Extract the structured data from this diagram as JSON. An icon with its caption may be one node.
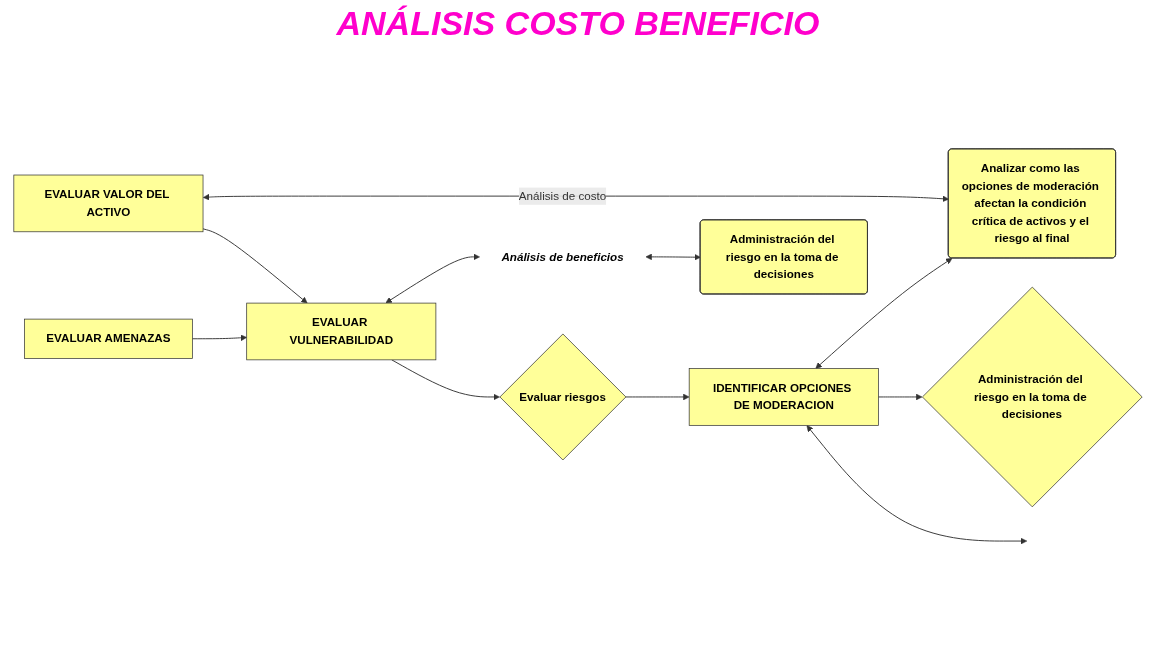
{
  "diagram": {
    "title": "ANÁLISIS COSTO BENEFICIO",
    "nodes": [
      {
        "text": [
          "EVALUAR VALOR DEL ACTIVO"
        ]
      },
      {
        "text": [
          "Analizar como las opciones de moderación afectan la condición crítica de activos y el riesgo al final"
        ]
      },
      {
        "text": [
          "EVALUAR VULNERABILIDAD"
        ]
      },
      {
        "text": [
          "Evaluar riesgos"
        ]
      },
      {
        "text": [
          "IDENTIFICAR OPCIONES DE MODERACION"
        ]
      },
      {
        "text": [
          "Administración del riesgo en la toma de decisiones"
        ]
      },
      {
        "text": [
          "EVALUAR AMENAZAS"
        ]
      },
      {
        "text": [
          "Análisis de beneficios"
        ]
      },
      {
        "text": [
          "Administración del riesgo en la toma de decisiones"
        ]
      }
    ],
    "edges": [
      {
        "from": 0,
        "to": 1,
        "arrow": "both",
        "label": "Análisis de costo"
      },
      {
        "from": 0,
        "to": 2,
        "arrow": "to"
      },
      {
        "from": 6,
        "to": 2,
        "arrow": "to"
      },
      {
        "from": 2,
        "to": 3,
        "arrow": "to"
      },
      {
        "from": 3,
        "to": 4,
        "arrow": "to"
      },
      {
        "from": 4,
        "to": 5,
        "arrow": "to"
      },
      {
        "from": 4,
        "to": 1,
        "arrow": "both"
      },
      {
        "from": 2,
        "to": 7,
        "arrow": "both"
      },
      {
        "from": 7,
        "to": 8,
        "arrow": "both"
      },
      {
        "from": 4,
        "to": null,
        "arrow": "both"
      }
    ]
  }
}
